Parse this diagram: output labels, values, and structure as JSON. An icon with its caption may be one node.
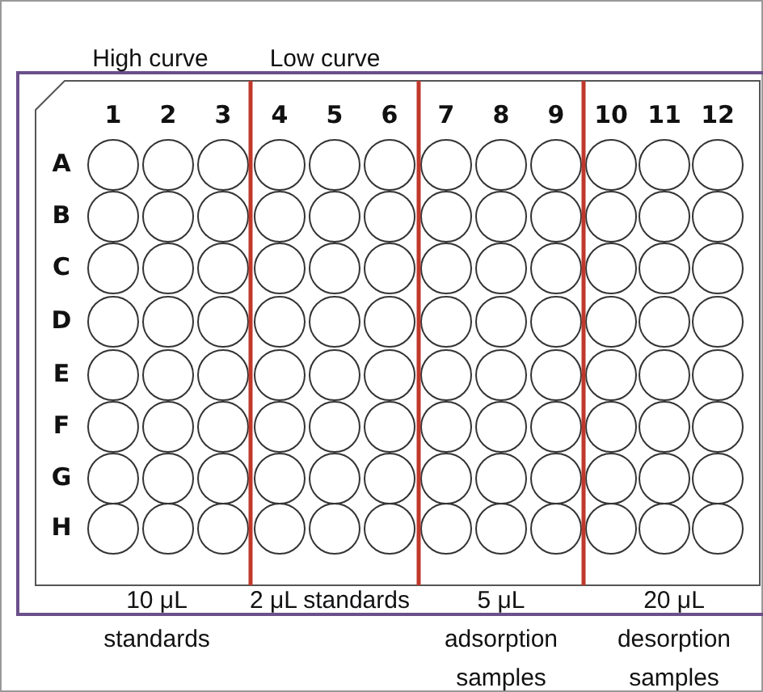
{
  "diagram": {
    "labels": [
      "High curve",
      "Low curve",
      "1",
      "2",
      "3",
      "4",
      "5",
      "6",
      "7",
      "8",
      "9",
      "10",
      "11",
      "12",
      "A",
      "B",
      "C",
      "D",
      "E",
      "F",
      "G",
      "H",
      "10 μL standards",
      "2 μL standards",
      "5 μL adsorption samples",
      "20 μL desorption samples"
    ]
  }
}
